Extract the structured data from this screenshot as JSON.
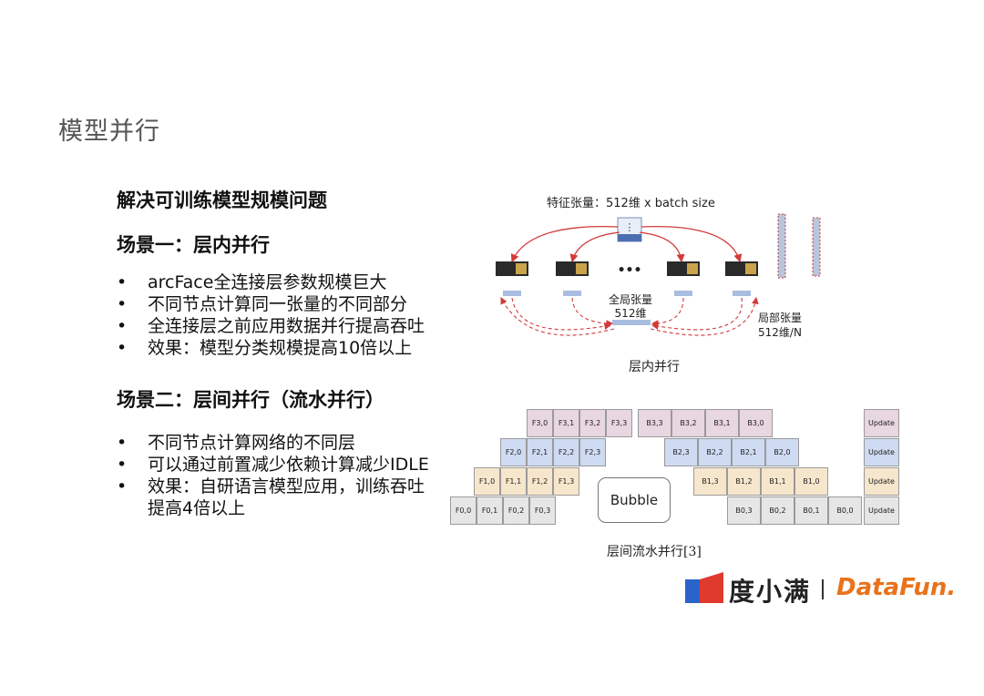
{
  "page_title": "模型并行",
  "main_heading": "解决可训练模型规模问题",
  "scene1": {
    "heading": "场景一：层内并行",
    "bullets": [
      "arcFace全连接层参数规模巨大",
      "不同节点计算同一张量的不同部分",
      "全连接层之前应用数据并行提高吞吐",
      "效果：模型分类规模提高10倍以上"
    ]
  },
  "scene2": {
    "heading": "场景二：层间并行（流水并行）",
    "bullets": [
      "不同节点计算网络的不同层",
      "可以通过前置减少依赖计算减少IDLE",
      "效果：自研语言模型应用，训练吞吐",
      "提高4倍以上"
    ]
  },
  "figure1": {
    "top_label": "特征张量：512维 x batch size",
    "dots": "•••",
    "global_label_1": "全局张量",
    "global_label_2": "512维",
    "local_label_1": "局部张量",
    "local_label_2": "512维/N",
    "caption": "层内并行"
  },
  "figure2": {
    "rows": [
      {
        "f": [
          "F3,0",
          "F3,1",
          "F3,2",
          "F3,3"
        ],
        "b": [
          "B3,3",
          "B3,2",
          "B3,1",
          "B3,0"
        ],
        "color": "pink"
      },
      {
        "f": [
          "F2,0",
          "F2,1",
          "F2,2",
          "F2,3"
        ],
        "b": [
          "B2,3",
          "B2,2",
          "B2,1",
          "B2,0"
        ],
        "color": "blue"
      },
      {
        "f": [
          "F1,0",
          "F1,1",
          "F1,2",
          "F1,3"
        ],
        "b": [
          "B1,3",
          "B1,2",
          "B1,1",
          "B1,0"
        ],
        "color": "tan"
      },
      {
        "f": [
          "F0,0",
          "F0,1",
          "F0,2",
          "F0,3"
        ],
        "b": [
          "B0,3",
          "B0,2",
          "B0,1",
          "B0,0"
        ],
        "color": "grey"
      }
    ],
    "update_label": "Update",
    "bubble_label": "Bubble",
    "caption": "层间流水并行[3]"
  },
  "footer": {
    "brand_cn": "度小满",
    "brand_df": "DataFun.",
    "colors": {
      "blue": "#2a63c9",
      "red": "#e03a2e",
      "orange": "#e8731c"
    }
  }
}
